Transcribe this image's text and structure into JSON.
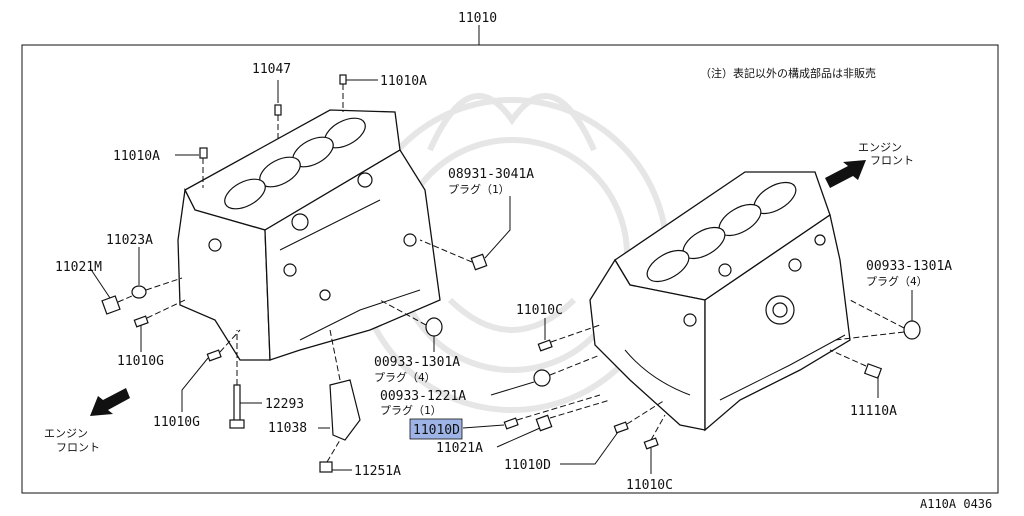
{
  "title_number": "11010",
  "note": "（注）表記以外の構成部品は非販売",
  "front_label_right": [
    "エンジン",
    "フロント"
  ],
  "front_label_left": [
    "エンジン",
    "フロント"
  ],
  "figure_code": "A110A 0436",
  "highlight_color": "#9fb4e6",
  "labels": {
    "p11047": "11047",
    "p11010A_top": "11010A",
    "p11010A_left": "11010A",
    "p08931": "08931-3041A",
    "p08931_sub": "プラグ（1）",
    "p11023A": "11023A",
    "p11021M": "11021M",
    "p11010G_a": "11010G",
    "p11010G_b": "11010G",
    "p12293": "12293",
    "p11038": "11038",
    "p11251A": "11251A",
    "p00933_1301A_mid": "00933-1301A",
    "p00933_1301A_mid_sub": "プラグ（4）",
    "p00933_1221A": "00933-1221A",
    "p00933_1221A_sub": "プラグ（1）",
    "p11010D_hl": "11010D",
    "p11021A": "11021A",
    "p11010D": "11010D",
    "p11010C_top": "11010C",
    "p11010C_bottom": "11010C",
    "p00933_1301A_right": "00933-1301A",
    "p00933_1301A_right_sub": "プラグ（4）",
    "p11110A": "11110A"
  }
}
